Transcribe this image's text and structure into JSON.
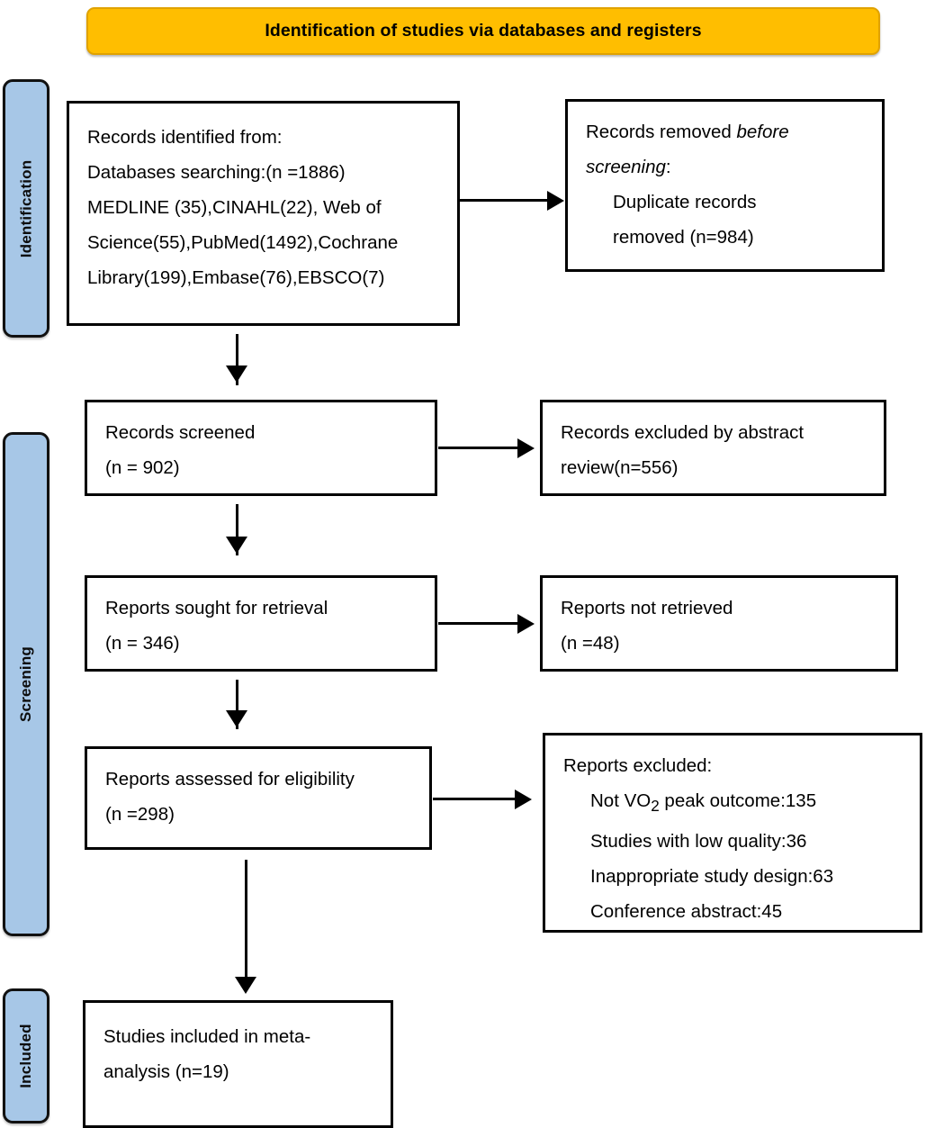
{
  "header": {
    "title": "Identification of studies via databases and registers",
    "background_color": "#ffbe00"
  },
  "stages": {
    "color": "#a7c7e7",
    "identification": "Identification",
    "screening": "Screening",
    "included": "Included"
  },
  "boxes": {
    "identified": {
      "line1": "Records identified from:",
      "line2": "Databases searching:(n =1886)",
      "line3": "MEDLINE (35),CINAHL(22), Web of",
      "line4": "Science(55),PubMed(1492),Cochrane",
      "line5": "Library(199),Embase(76),EBSCO(7)"
    },
    "removed": {
      "line1_pre": "Records removed ",
      "line1_italic": "before",
      "line2_italic": "screening",
      "line2_post": ":",
      "line3": "Duplicate records",
      "line4": "removed (n=984)"
    },
    "screened": {
      "line1": "Records screened",
      "line2": "(n = 902)"
    },
    "excluded_abstract": {
      "line1": "Records excluded by abstract",
      "line2": "review(n=556)"
    },
    "sought": {
      "line1": "Reports sought for retrieval",
      "line2": "(n = 346)"
    },
    "not_retrieved": {
      "line1": "Reports not retrieved",
      "line2": "(n =48)"
    },
    "assessed": {
      "line1": "Reports assessed for eligibility",
      "line2": "(n =298)"
    },
    "excluded_reports": {
      "line1": "Reports excluded:",
      "line2_pre": "Not VO",
      "line2_sub": "2",
      "line2_post": " peak outcome:135",
      "line3": "Studies with low quality:36",
      "line4": "Inappropriate study design:63",
      "line5": "Conference abstract:45"
    },
    "included": {
      "line1": "Studies included in meta-",
      "line2": "analysis (n=19)"
    }
  },
  "chart_data": {
    "type": "diagram",
    "title": "Identification of studies via databases and registers",
    "nodes": [
      {
        "id": "identified",
        "stage": "Identification",
        "label": "Records identified from: Databases searching",
        "n": 1886,
        "sources": [
          {
            "name": "MEDLINE",
            "n": 35
          },
          {
            "name": "CINAHL",
            "n": 22
          },
          {
            "name": "Web of Science",
            "n": 55
          },
          {
            "name": "PubMed",
            "n": 1492
          },
          {
            "name": "Cochrane Library",
            "n": 199
          },
          {
            "name": "Embase",
            "n": 76
          },
          {
            "name": "EBSCO",
            "n": 7
          }
        ]
      },
      {
        "id": "removed",
        "stage": "Identification",
        "label": "Duplicate records removed",
        "n": 984
      },
      {
        "id": "screened",
        "stage": "Screening",
        "label": "Records screened",
        "n": 902
      },
      {
        "id": "excluded_abstract",
        "stage": "Screening",
        "label": "Records excluded by abstract review",
        "n": 556
      },
      {
        "id": "sought",
        "stage": "Screening",
        "label": "Reports sought for retrieval",
        "n": 346
      },
      {
        "id": "not_retrieved",
        "stage": "Screening",
        "label": "Reports not retrieved",
        "n": 48
      },
      {
        "id": "assessed",
        "stage": "Screening",
        "label": "Reports assessed for eligibility",
        "n": 298
      },
      {
        "id": "excluded_reports",
        "stage": "Screening",
        "label": "Reports excluded",
        "reasons": [
          {
            "reason": "Not VO2 peak outcome",
            "n": 135
          },
          {
            "reason": "Studies with low quality",
            "n": 36
          },
          {
            "reason": "Inappropriate study design",
            "n": 63
          },
          {
            "reason": "Conference abstract",
            "n": 45
          }
        ]
      },
      {
        "id": "included",
        "stage": "Included",
        "label": "Studies included in meta-analysis",
        "n": 19
      }
    ],
    "edges": [
      {
        "from": "identified",
        "to": "removed",
        "direction": "right"
      },
      {
        "from": "identified",
        "to": "screened",
        "direction": "down"
      },
      {
        "from": "screened",
        "to": "excluded_abstract",
        "direction": "right"
      },
      {
        "from": "screened",
        "to": "sought",
        "direction": "down"
      },
      {
        "from": "sought",
        "to": "not_retrieved",
        "direction": "right"
      },
      {
        "from": "sought",
        "to": "assessed",
        "direction": "down"
      },
      {
        "from": "assessed",
        "to": "excluded_reports",
        "direction": "right"
      },
      {
        "from": "assessed",
        "to": "included",
        "direction": "down"
      }
    ]
  }
}
